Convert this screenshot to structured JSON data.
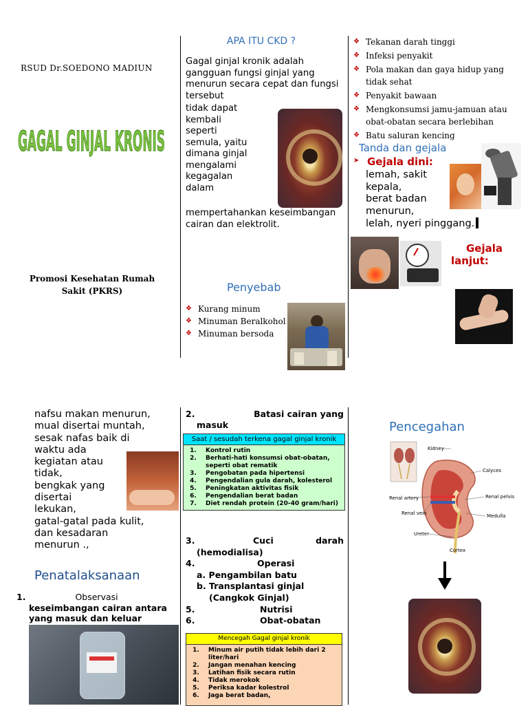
{
  "colors": {
    "accent_blue": "#2f6fb7",
    "bullet_red": "#c00000",
    "title_green": "#7ac142",
    "box_cyan": "#00e5ff",
    "box_green": "#ccffcc",
    "box_yellow": "#ffff00",
    "box_orange": "#fcd5b4"
  },
  "panel1": {
    "hospital": "RSUD Dr.SOEDONO MADIUN",
    "title": "GAGAL GINJAL KRONIS",
    "promo": "Promosi Kesehatan Rumah Sakit (PKRS)"
  },
  "panel2": {
    "heading": "APA ITU CKD ?",
    "intro_top": "Gagal ginjal kronik adalah gangguan fungsi ginjal yang menurun secara cepat dan fungsi tersebut",
    "intro_left": [
      "tidak dapat",
      "kembali",
      "seperti",
      "semula, yaitu",
      "dimana ginjal",
      "mengalami",
      "kegagalan",
      "dalam"
    ],
    "intro_bottom": "mempertahankan keseimbangan cairan dan elektrolit.",
    "cause_heading": "Penyebab",
    "causes": [
      "Kurang minum",
      "Minuman Beralkohol",
      "Minuman bersoda"
    ]
  },
  "panel3": {
    "causes": [
      "Tekanan darah tinggi",
      "Infeksi penyakit",
      "Pola makan dan gaya hidup yang tidak sehat",
      "Penyakit bawaan",
      "Mengkonsumsi jamu-jamuan atau obat-obatan secara berlebihan",
      "Batu saluran kencing"
    ],
    "sign_heading": "Tanda dan gejala",
    "early_label": "Gejala dini:",
    "early_lines": [
      "lemah, sakit",
      "kepala,",
      "berat badan",
      "menurun,",
      "lelah, nyeri pinggang."
    ],
    "late_label_1": "Gejala",
    "late_label_2": "lanjut:"
  },
  "panel4": {
    "lines": [
      "nafsu makan menurun,",
      "mual disertai muntah,",
      "sesak nafas baik di",
      "waktu ada",
      "kegiatan atau",
      "tidak,",
      "bengkak yang",
      "disertai",
      "lekukan,",
      "gatal-gatal pada kulit,",
      "dan kesadaran",
      "menurun .,"
    ],
    "mgmt_heading": "Penatalaksanaan",
    "item1_num": "1.",
    "item1_word": "Observasi",
    "item1_rest_1": "keseimbangan cairan antara",
    "item1_rest_2": "yang masuk dan keluar"
  },
  "panel5": {
    "item2_num": "2.",
    "item2_text": "Batasi cairan yang",
    "item2_cont": "masuk",
    "box1_title": "Saat / sesudah terkena gagal ginjal kronik",
    "box1_items": [
      "Kontrol rutin",
      "Berhati-hati konsumsi obat-obatan, seperti obat rematik",
      "Pengobatan pada hipertensi",
      "Pengendalian gula darah, kolesterol",
      "Peningkatan aktivitas fisik",
      "Pengendalian berat badan",
      "Diet rendah protein (20-40 gram/hari)"
    ],
    "item3_num": "3.",
    "item3_a": "Cuci",
    "item3_b": "darah",
    "item3_c": "(hemodialisa)",
    "item4_num": "4.",
    "item4_text": "Operasi",
    "item4_a": "a. Pengambilan batu",
    "item4_b": "b. Transplantasi ginjal",
    "item4_c": "(Cangkok Ginjal)",
    "item5_num": "5.",
    "item5_text": "Nutrisi",
    "item6_num": "6.",
    "item6_text": "Obat-obatan",
    "box2_title": "Mencegah Gagal ginjal kronik",
    "box2_items": [
      "Minum air putih tidak lebih dari 2 liter/hari",
      "Jangan menahan kencing",
      "Latihan fisik secara rutin",
      "Tidak merokok",
      "Periksa kadar kolestrol",
      "Jaga berat badan,"
    ]
  },
  "panel6": {
    "heading": "Pencegahan",
    "diagram_labels": [
      "Kidney",
      "Calyces",
      "Renal artery",
      "Renal vein",
      "Renal pelvis",
      "Medulla",
      "Ureter",
      "Cortex"
    ]
  }
}
